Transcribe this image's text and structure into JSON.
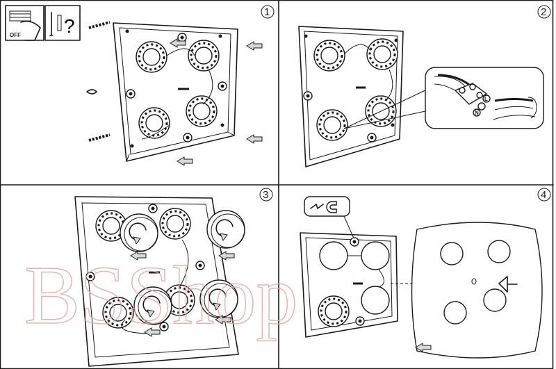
{
  "steps": [
    {
      "number": "1"
    },
    {
      "number": "2"
    },
    {
      "number": "3"
    },
    {
      "number": "4"
    }
  ],
  "icons": {
    "power_off_label": "OFF",
    "question_mark": "?",
    "terminal_live": "L",
    "terminal_neutral": "N"
  },
  "watermark": "BSShop"
}
